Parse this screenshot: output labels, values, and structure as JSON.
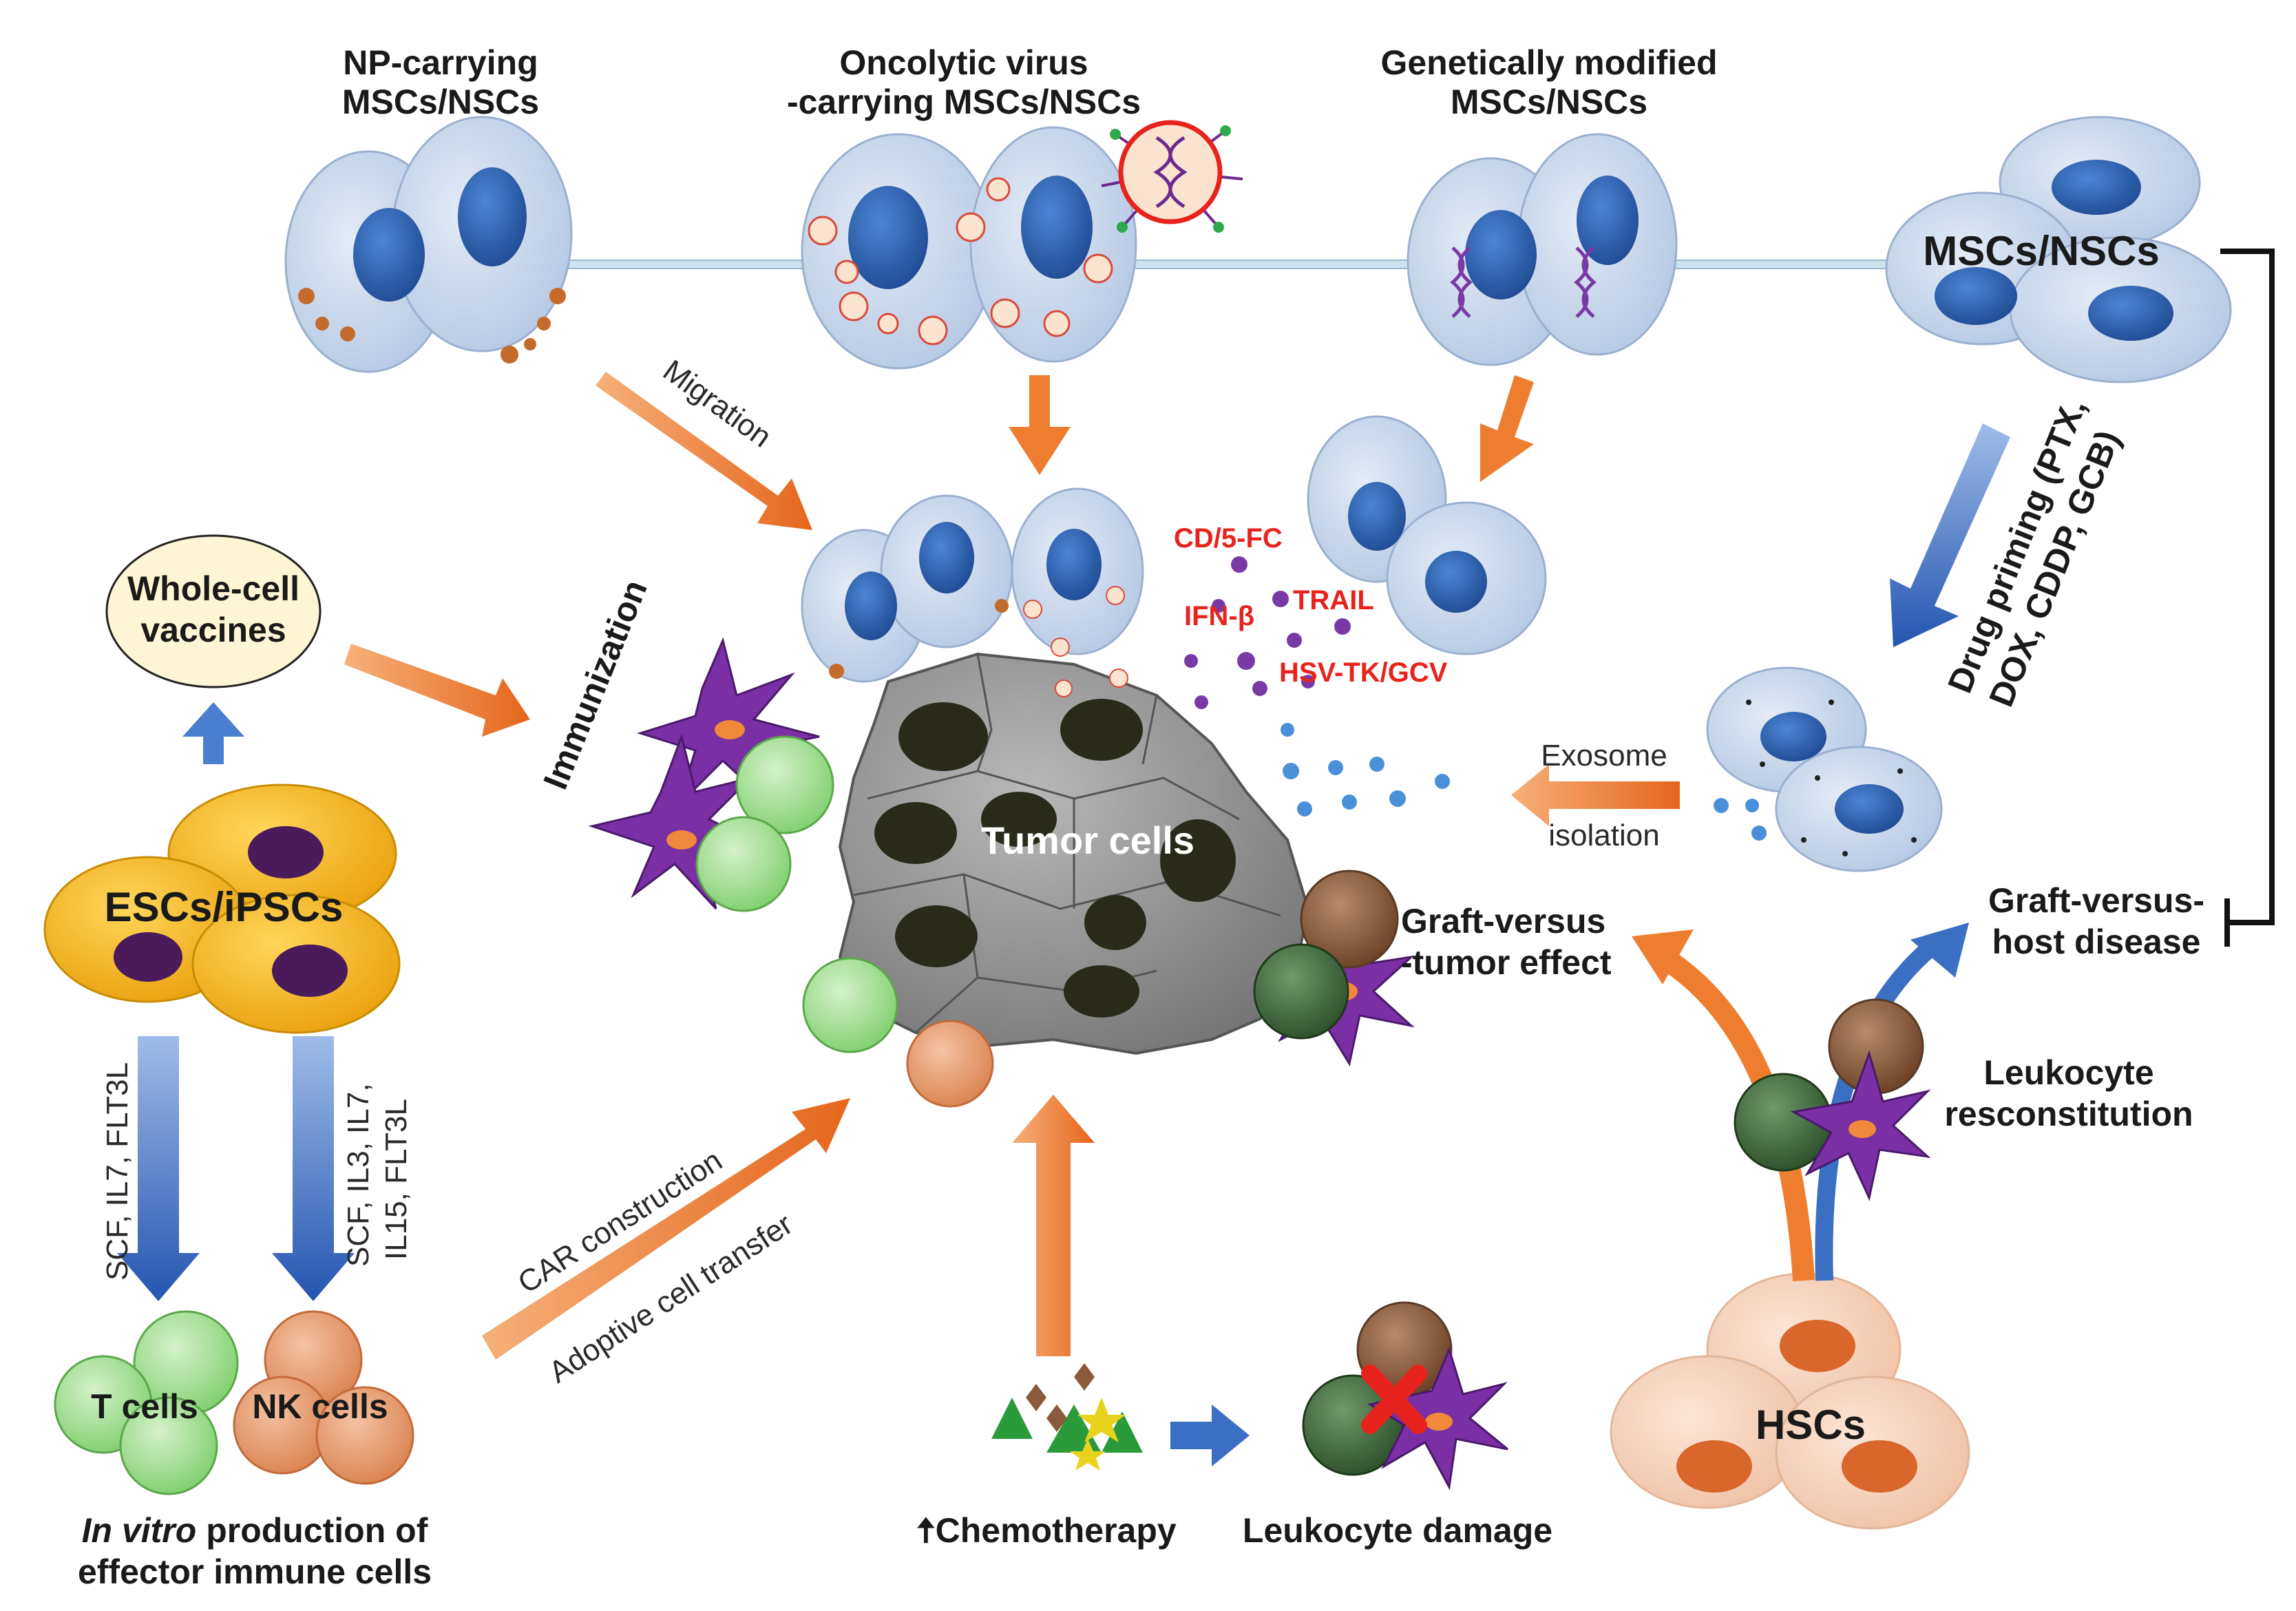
{
  "labels": {
    "np_line1": "NP-carrying",
    "np_line2": "MSCs/NSCs",
    "ov_line1": "Oncolytic virus",
    "ov_line2": "-carrying MSCs/NSCs",
    "gm_line1": "Genetically modified",
    "gm_line2": "MSCs/NSCs",
    "msc": "MSCs/NSCs",
    "migration": "Migration",
    "immunization": "Immunization",
    "wcv_line1": "Whole-cell",
    "wcv_line2": "vaccines",
    "escs": "ESCs/iPSCs",
    "tumor": "Tumor cells",
    "cd5fc": "CD/5-FC",
    "ifnb": "IFN-β",
    "trail": "TRAIL",
    "hsvtk": "HSV-TK/GCV",
    "exosome": "Exosome",
    "isolation": "isolation",
    "drug_line1": "Drug priming (PTX,",
    "drug_line2": "DOX, CDDP, GCB)",
    "gvh_line1": "Graft-versus-",
    "gvh_line2": "host disease",
    "gvt_line1": "Graft-versus",
    "gvt_line2": "-tumor effect",
    "leuko_line1": "Leukocyte",
    "leuko_line2": "resconstitution",
    "tcell_factors": "SCF, IL7, FLT3L",
    "nk_factors_line1": "SCF, IL3, IL7,",
    "nk_factors_line2": "IL15,  FLT3L",
    "car": "CAR construction",
    "act": "Adoptive cell transfer",
    "tcells": "T cells",
    "nkcells": "NK cells",
    "invitro_italic": "In vitro",
    "invitro_rest": " production of",
    "invitro_line2": "effector immune cells",
    "chemo": "Chemotherapy",
    "leuko_damage": "Leukocyte damage",
    "hscs": "HSCs"
  },
  "colors": {
    "stem_cell": "#c8d6ea",
    "nucleus": "#2f5fa8",
    "orange_arrow": "#ee7d2f",
    "blue_arrow": "#3a6fc4",
    "tumor": "#9a9a9a",
    "red_text": "#e8231e",
    "purple": "#6a2a8f",
    "esc_yellow": "#f5b81a",
    "hsc_peach": "#f6d2bd"
  }
}
